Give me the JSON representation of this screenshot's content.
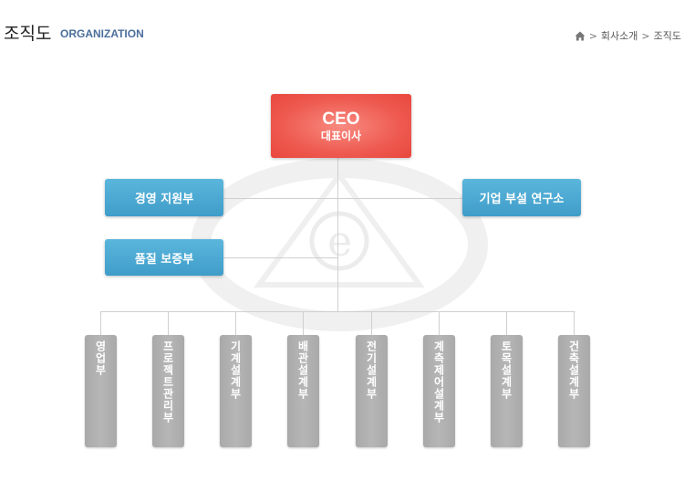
{
  "header": {
    "title": "조직도",
    "subtitle": "ORGANIZATION",
    "breadcrumb": [
      "회사소개",
      "조직도"
    ]
  },
  "icons": {
    "home": "home-icon",
    "separator": ">"
  },
  "colors": {
    "ceo": "#ee5a50",
    "support": "#4aa8d2",
    "department": "#b0b0b0",
    "line": "#cccccc"
  },
  "chart": {
    "ceo": {
      "title": "CEO",
      "subtitle": "대표이사"
    },
    "support_units": [
      "경영 지원부",
      "기업 부설 연구소",
      "품질 보증부"
    ],
    "departments": [
      "영업부",
      "프로젝트관리부",
      "기계설계부",
      "배관설계부",
      "전기설계부",
      "계측제어설계부",
      "토목설계부",
      "건축설계부"
    ]
  }
}
